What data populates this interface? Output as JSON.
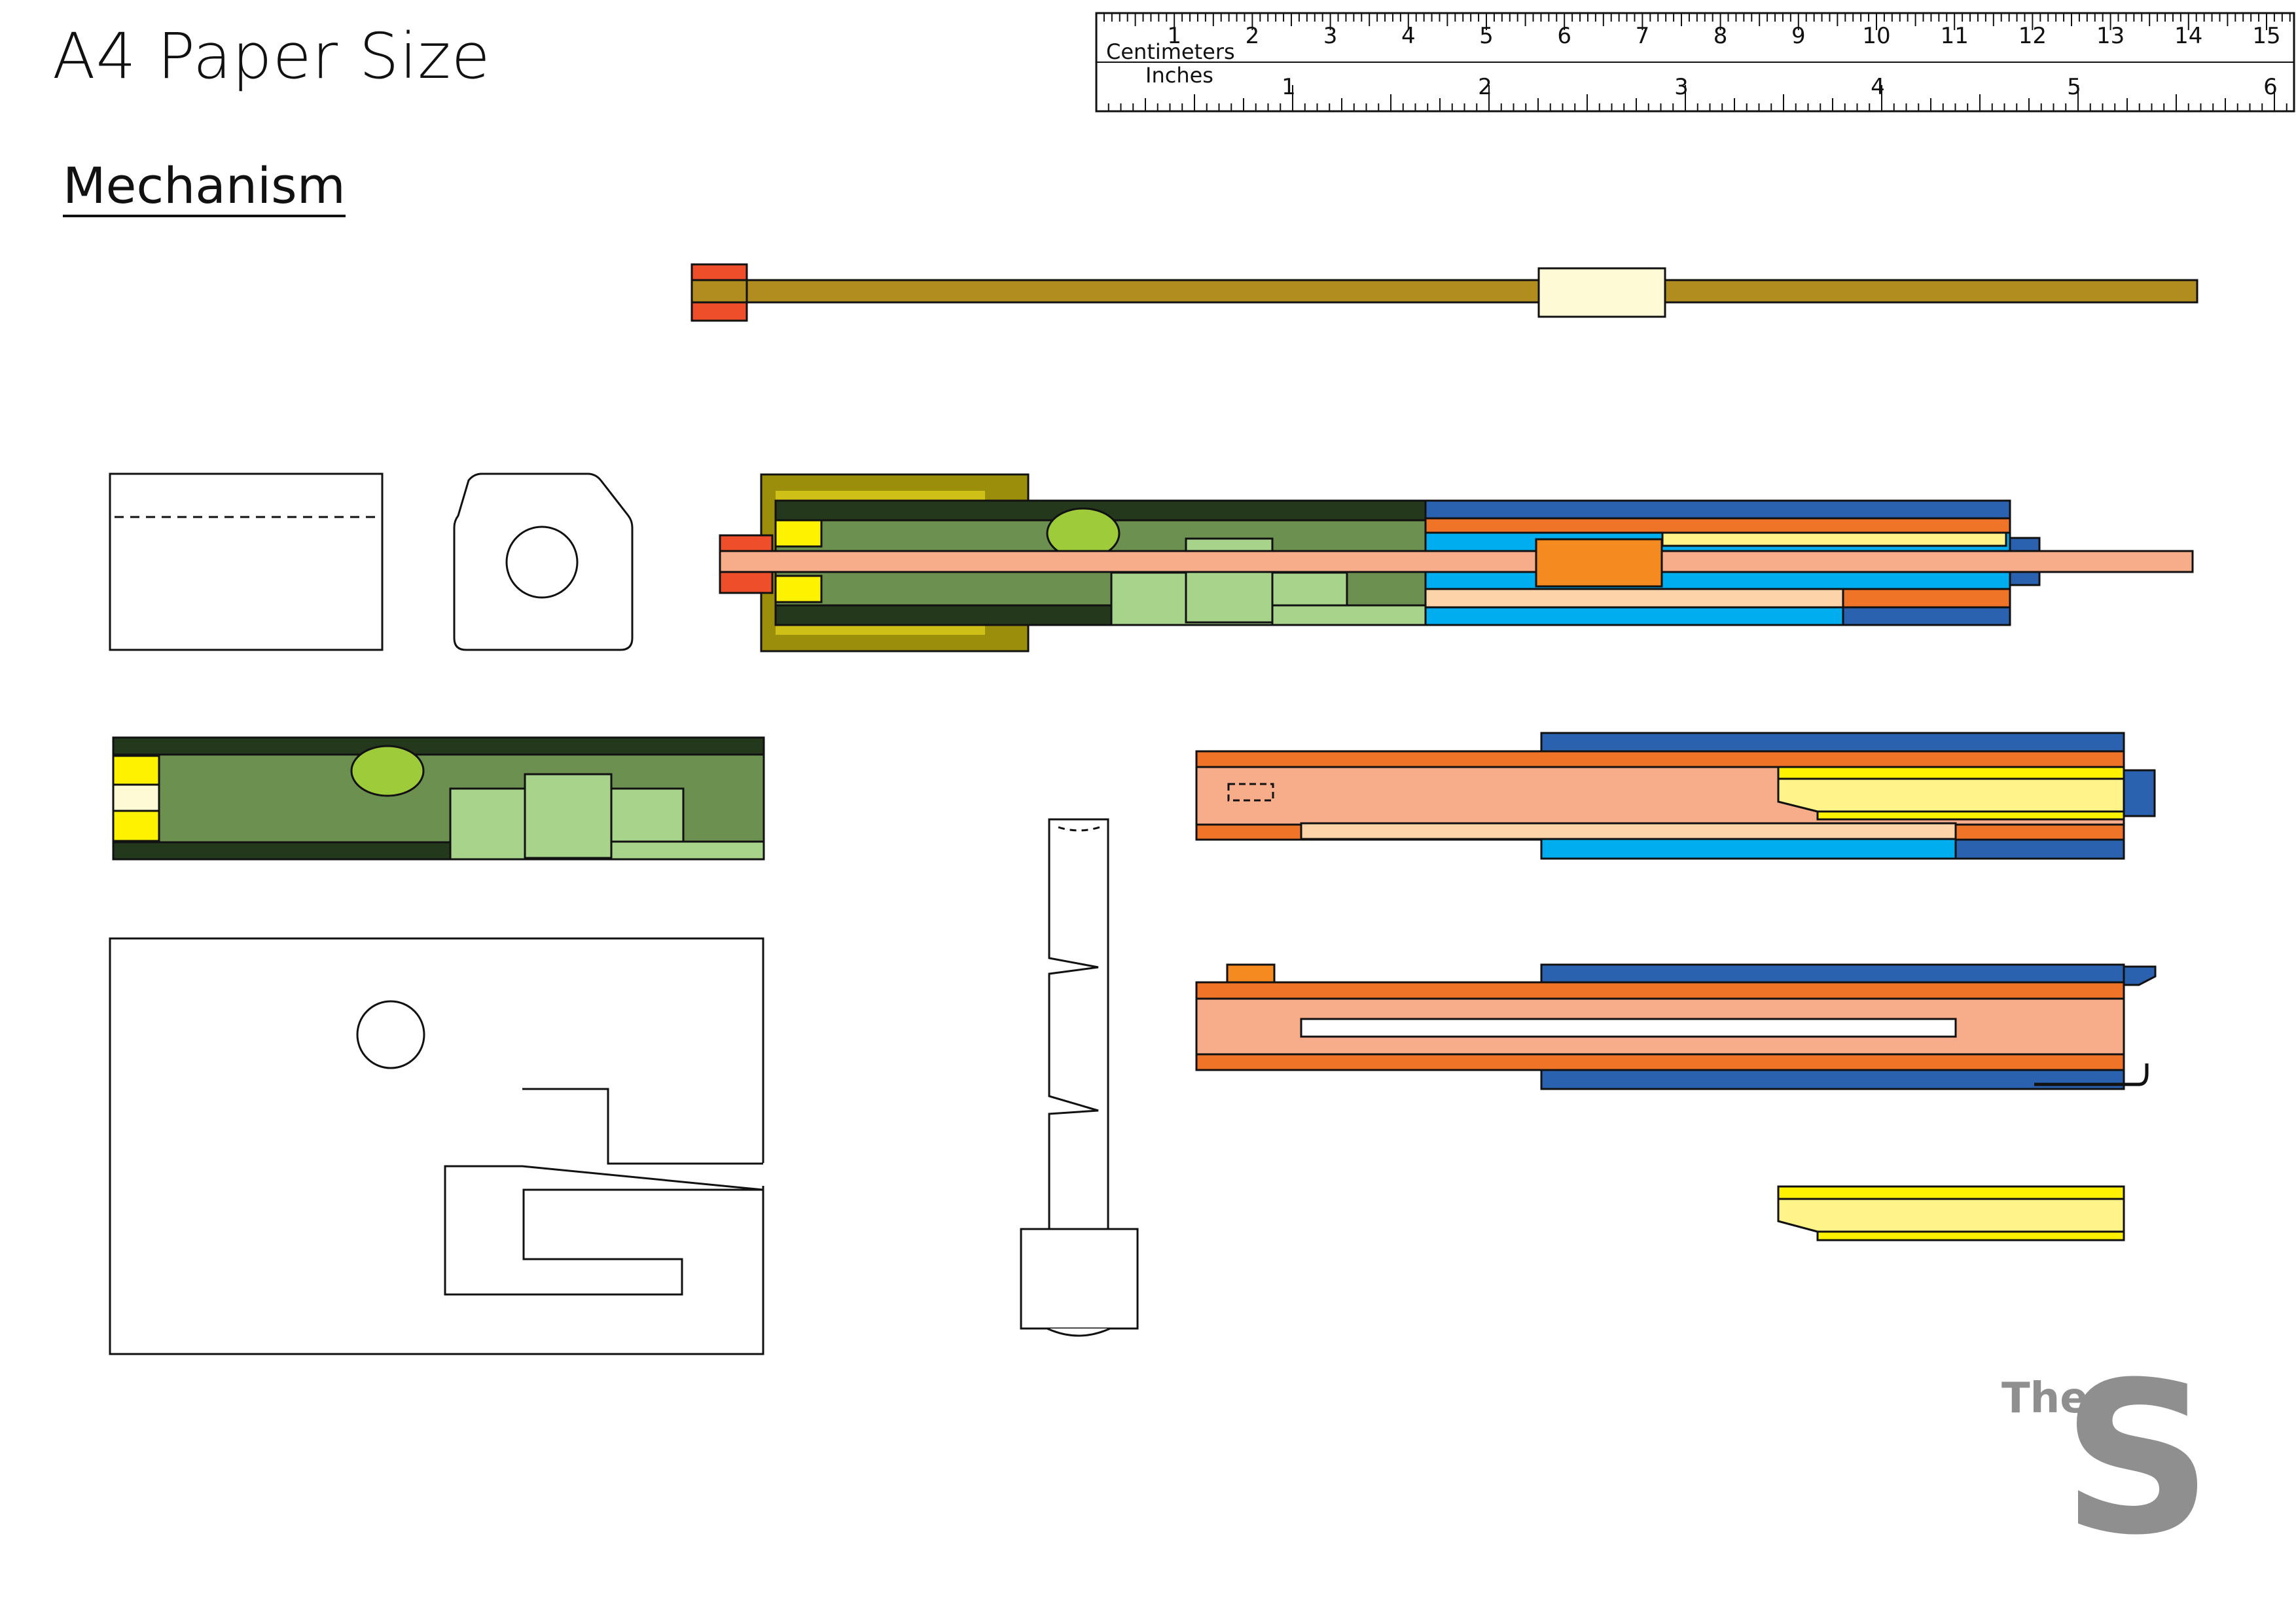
{
  "document": {
    "title": "A4 Paper Size",
    "section": "Mechanism"
  },
  "ruler": {
    "top_label": "Centimeters",
    "bottom_label": "Inches",
    "cm_numbers": [
      "1",
      "2",
      "3",
      "4",
      "5",
      "6",
      "7",
      "8",
      "9",
      "10",
      "11",
      "12",
      "13",
      "14",
      "15"
    ],
    "inch_numbers": [
      "1",
      "2",
      "3",
      "4",
      "5",
      "6"
    ]
  },
  "logo": {
    "small_text": "The",
    "big_text": "S"
  },
  "colors": {
    "rod": "#b08d1e",
    "red": "#ee4f2a",
    "cream": "#fffad6",
    "olive": "#9a8e0a",
    "dark_green": "#24391c",
    "mid_green": "#6b9050",
    "light_green": "#a8d38b",
    "lime": "#9ecb3a",
    "yellow": "#fff200",
    "pale_yellow": "#fff38a",
    "orange": "#f7ac8a",
    "orange_dark": "#f07428",
    "orange_bright": "#f48a20",
    "peach": "#fdd3aa",
    "blue": "#2a62b0",
    "cyan": "#00aeef"
  }
}
